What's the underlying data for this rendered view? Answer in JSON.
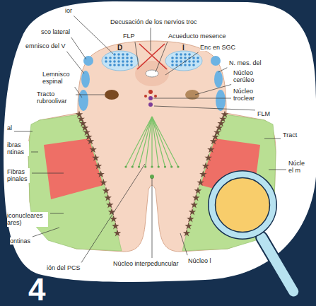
{
  "diagram": {
    "labels": [
      "ior",
      "Decusación de los nervios troc",
      "sco lateral",
      "FLP",
      "Acueducto mesence",
      "D",
      "I",
      "Enc en SGC",
      "emnisco del V",
      "N. mes. del",
      "Lemnisco espinal",
      "Núcleo cerúleo",
      "Tracto rubroolivar",
      "Núcleo troclear",
      "FLM",
      "al",
      "ibras ntinas",
      "Tract",
      "Fibras pinales",
      "Núcle el m",
      "iconucleares ares)",
      "ontinas",
      "ión del PCS",
      "Núcleo interpeduncular",
      "Núcleo l",
      "4"
    ]
  }
}
